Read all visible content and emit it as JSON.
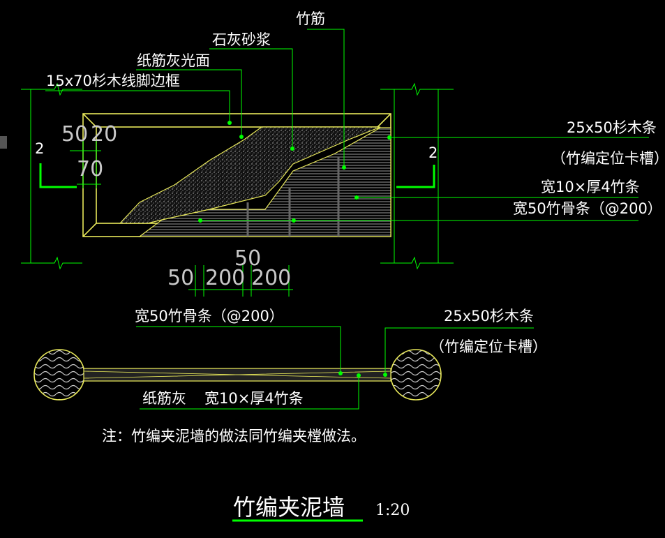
{
  "labels": {
    "bamboo_rib": "竹筋",
    "lime_mortar": "石灰砂浆",
    "paper_lime": "纸筋灰光面",
    "frame": "15x70杉木线脚边框",
    "batten_a": "25x50杉木条",
    "batten_a_note": "（竹编定位卡槽）",
    "strip": "宽10×厚4竹条",
    "bone": "宽50竹骨条（@200）",
    "bone_b": "宽50竹骨条（@200）",
    "batten_b": "25x50杉木条",
    "batten_b_note": "（竹编定位卡槽）",
    "paper_lime_b": "纸筋灰",
    "strip_b": "宽10×厚4竹条"
  },
  "dims": {
    "d50a": "50",
    "d20": "20",
    "d70": "70",
    "d50b": "50",
    "d50c": "50",
    "d200a": "200",
    "d200b": "200"
  },
  "section_marks": {
    "left": "2",
    "right": "2"
  },
  "note": "注：竹编夹泥墙的做法同竹编夹樘做法。",
  "title": "竹编夹泥墙",
  "scale": "1:20",
  "colors": {
    "background": "#000000",
    "leader": "#00ff00",
    "outline": "#e8e85a",
    "text": "#ffffff"
  }
}
